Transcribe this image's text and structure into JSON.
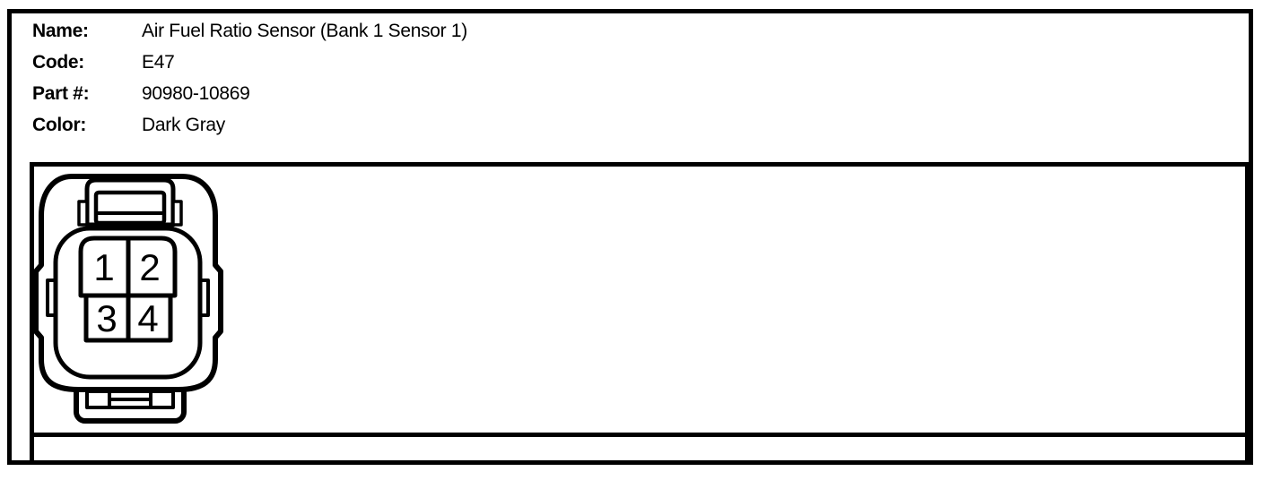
{
  "header": {
    "rows": [
      {
        "label": "Name:",
        "value": "Air Fuel Ratio Sensor (Bank 1 Sensor 1)"
      },
      {
        "label": "Code:",
        "value": "E47"
      },
      {
        "label": "Part #:",
        "value": "90980-10869"
      },
      {
        "label": "Color:",
        "value": "Dark Gray"
      }
    ]
  },
  "connector": {
    "description": "4-pin connector, front view pinout drawing",
    "pins": [
      {
        "label": "1"
      },
      {
        "label": "2"
      },
      {
        "label": "3"
      },
      {
        "label": "4"
      }
    ]
  },
  "colors": {
    "ink": "#000000",
    "background": "#ffffff"
  }
}
